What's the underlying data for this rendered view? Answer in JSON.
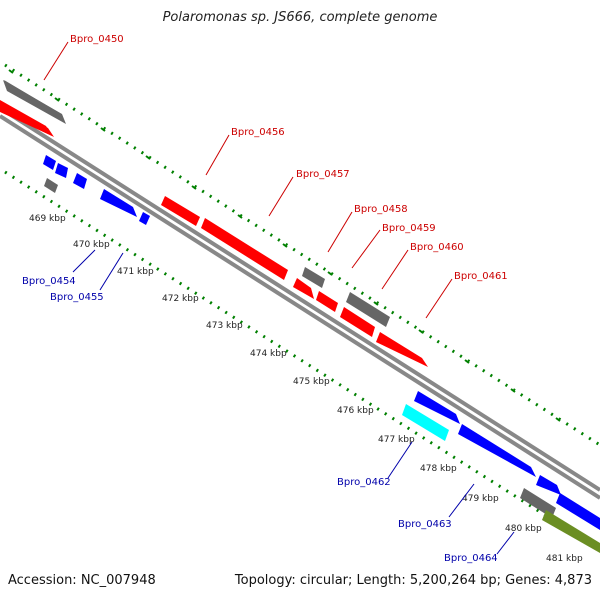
{
  "title": "Polaromonas sp. JS666, complete genome",
  "accession_text": "Accession: NC_007948",
  "summary_text": "Topology: circular; Length: 5,200,264 bp; Genes: 4,873",
  "colors": {
    "red_gene": "#ff0000",
    "blue_gene": "#0000ff",
    "gray_gene": "#666666",
    "cyan_gene": "#00ffff",
    "olive_gene": "#6b8e23",
    "tick_green": "#008000",
    "backbone": "#888888",
    "label_red": "#cc0000",
    "label_blue": "#0000aa"
  },
  "kbp_ticks": [
    "469 kbp",
    "470 kbp",
    "471 kbp",
    "472 kbp",
    "473 kbp",
    "474 kbp",
    "475 kbp",
    "476 kbp",
    "477 kbp",
    "478 kbp",
    "479 kbp",
    "480 kbp",
    "481 kbp"
  ],
  "gene_labels_red": [
    "Bpro_0450",
    "Bpro_0456",
    "Bpro_0457",
    "Bpro_0458",
    "Bpro_0459",
    "Bpro_0460",
    "Bpro_0461"
  ],
  "gene_labels_blue": [
    "Bpro_0454",
    "Bpro_0455",
    "Bpro_0462",
    "Bpro_0463",
    "Bpro_0464"
  ]
}
